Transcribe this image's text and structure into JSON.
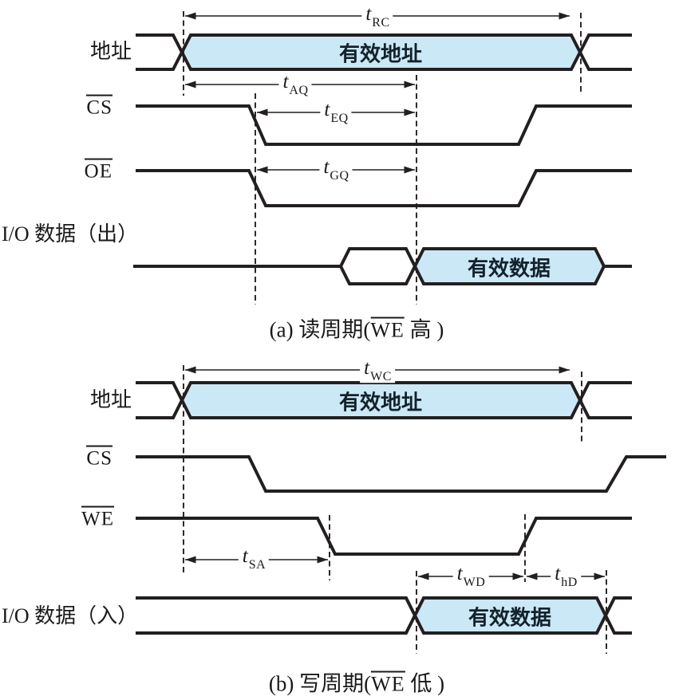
{
  "colors": {
    "line": "#231f20",
    "valid_fill": "#cbe8f7",
    "text": "#1a1a1a"
  },
  "diagram_a": {
    "signals": {
      "address": "地址",
      "cs": "CS",
      "oe": "OE",
      "io": "I/O 数据（出）"
    },
    "bus_labels": {
      "valid_address": "有效地址",
      "valid_data": "有效数据"
    },
    "timings": {
      "trc": {
        "base": "t",
        "sub": "RC"
      },
      "taq": {
        "base": "t",
        "sub": "AQ"
      },
      "teq": {
        "base": "t",
        "sub": "EQ"
      },
      "tgq": {
        "base": "t",
        "sub": "GQ"
      }
    },
    "caption": {
      "pre": "(a) 读周期(",
      "we": "WE",
      "post": " 高 )"
    }
  },
  "diagram_b": {
    "signals": {
      "address": "地址",
      "cs": "CS",
      "we": "WE",
      "io": "I/O 数据（入）"
    },
    "bus_labels": {
      "valid_address": "有效地址",
      "valid_data": "有效数据"
    },
    "timings": {
      "twc": {
        "base": "t",
        "sub": "WC"
      },
      "tsa": {
        "base": "t",
        "sub": "SA"
      },
      "twd": {
        "base": "t",
        "sub": "WD"
      },
      "thd": {
        "base": "t",
        "sub": "hD"
      }
    },
    "caption": {
      "pre": "(b) 写周期(",
      "we": "WE",
      "post": " 低 )"
    }
  }
}
